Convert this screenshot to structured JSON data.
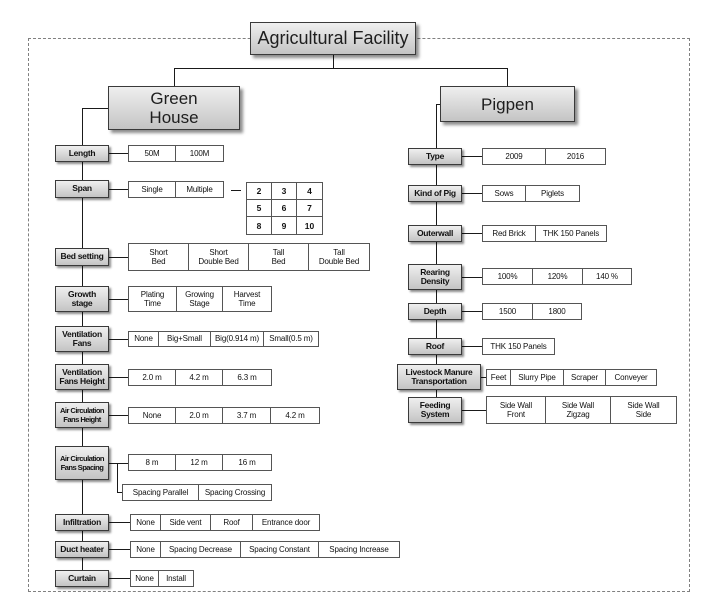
{
  "title": "Agricultural Facility",
  "greenhouse": {
    "title": "Green\nHouse",
    "attributes": [
      {
        "label": "Length",
        "options": [
          "50M",
          "100M"
        ]
      },
      {
        "label": "Span",
        "options": [
          "Single",
          "Multiple"
        ],
        "multiple_spans": [
          "2",
          "3",
          "4",
          "5",
          "6",
          "7",
          "8",
          "9",
          "10"
        ]
      },
      {
        "label": "Bed setting",
        "options": [
          "Short\nBed",
          "Short\nDouble Bed",
          "Tall\nBed",
          "Tall\nDouble Bed"
        ]
      },
      {
        "label": "Growth\nstage",
        "options": [
          "Plating\nTime",
          "Growing\nStage",
          "Harvest\nTime"
        ]
      },
      {
        "label": "Ventilation\nFans",
        "options": [
          "None",
          "Big+Small",
          "Big(0.914 m)",
          "Small(0.5 m)"
        ]
      },
      {
        "label": "Ventilation\nFans Height",
        "options": [
          "2.0 m",
          "4.2 m",
          "6.3 m"
        ]
      },
      {
        "label": "Air Circulation\nFans Height",
        "options": [
          "None",
          "2.0 m",
          "3.7 m",
          "4.2 m"
        ]
      },
      {
        "label": "Air Circulation\nFans Spacing",
        "options": [
          "8 m",
          "12 m",
          "16 m"
        ],
        "arrangement_options": [
          "Spacing Parallel",
          "Spacing Crossing"
        ]
      },
      {
        "label": "Infiltration",
        "options": [
          "None",
          "Side vent",
          "Roof",
          "Entrance door"
        ]
      },
      {
        "label": "Duct heater",
        "options": [
          "None",
          "Spacing Decrease",
          "Spacing Constant",
          "Spacing Increase"
        ]
      },
      {
        "label": "Curtain",
        "options": [
          "None",
          "Install"
        ]
      }
    ]
  },
  "pigpen": {
    "title": "Pigpen",
    "attributes": [
      {
        "label": "Type",
        "options": [
          "2009",
          "2016"
        ]
      },
      {
        "label": "Kind of Pig",
        "options": [
          "Sows",
          "Piglets"
        ]
      },
      {
        "label": "Outerwall",
        "options": [
          "Red Brick",
          "THK 150 Panels"
        ]
      },
      {
        "label": "Rearing\nDensity",
        "options": [
          "100%",
          "120%",
          "140 %"
        ]
      },
      {
        "label": "Depth",
        "options": [
          "1500",
          "1800"
        ]
      },
      {
        "label": "Roof",
        "options": [
          "THK 150 Panels"
        ]
      },
      {
        "label": "Livestock Manure\nTransportation",
        "options": [
          "Feet",
          "Slurry Pipe",
          "Scraper",
          "Conveyer"
        ]
      },
      {
        "label": "Feeding\nSystem",
        "options": [
          "Side Wall\nFront",
          "Side Wall\nZigzag",
          "Side Wall\nSide"
        ]
      }
    ]
  },
  "colors": {
    "frame_dash": "#808080",
    "connector": "#1a1a1a",
    "box_border": "#3a3a3a",
    "label_fill_top": "#efefef",
    "label_fill_bottom": "#c4c4c4",
    "option_border": "#555555",
    "option_fill": "#ffffff",
    "text": "#111111"
  }
}
